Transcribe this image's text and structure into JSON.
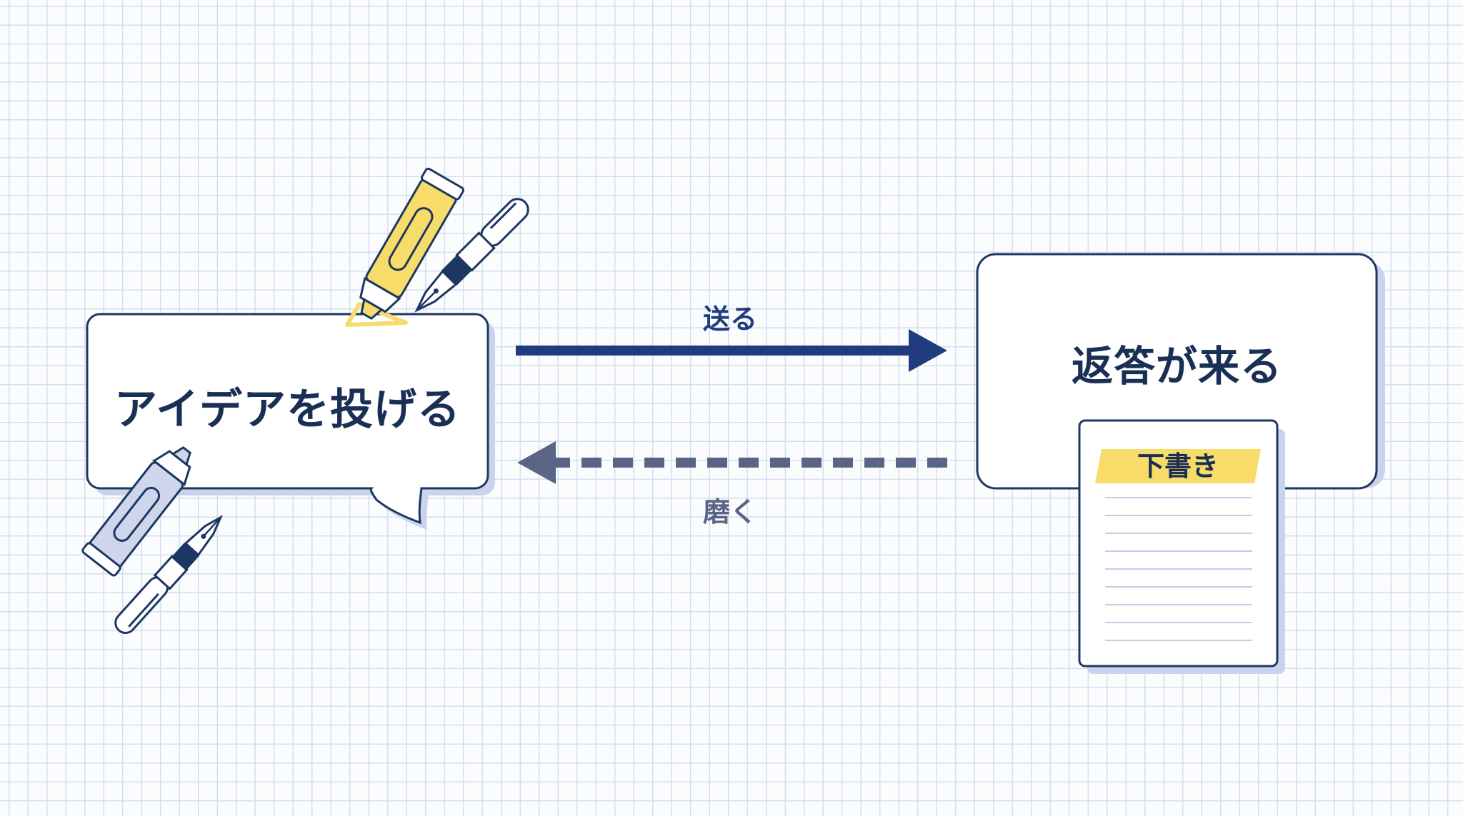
{
  "nodes": {
    "idea": {
      "label": "アイデアを投げる"
    },
    "response": {
      "label": "返答が来る"
    },
    "draft": {
      "label": "下書き"
    }
  },
  "edges": {
    "send": {
      "label": "送る"
    },
    "polish": {
      "label": "磨く"
    }
  },
  "colors": {
    "navy": "#1d3763",
    "arrow_solid": "#1f3d7e",
    "arrow_dashed": "#5a6585",
    "highlight_yellow": "#f7dc6a",
    "marker_blue": "#cfd6ec",
    "grid_line": "#d5deec"
  }
}
